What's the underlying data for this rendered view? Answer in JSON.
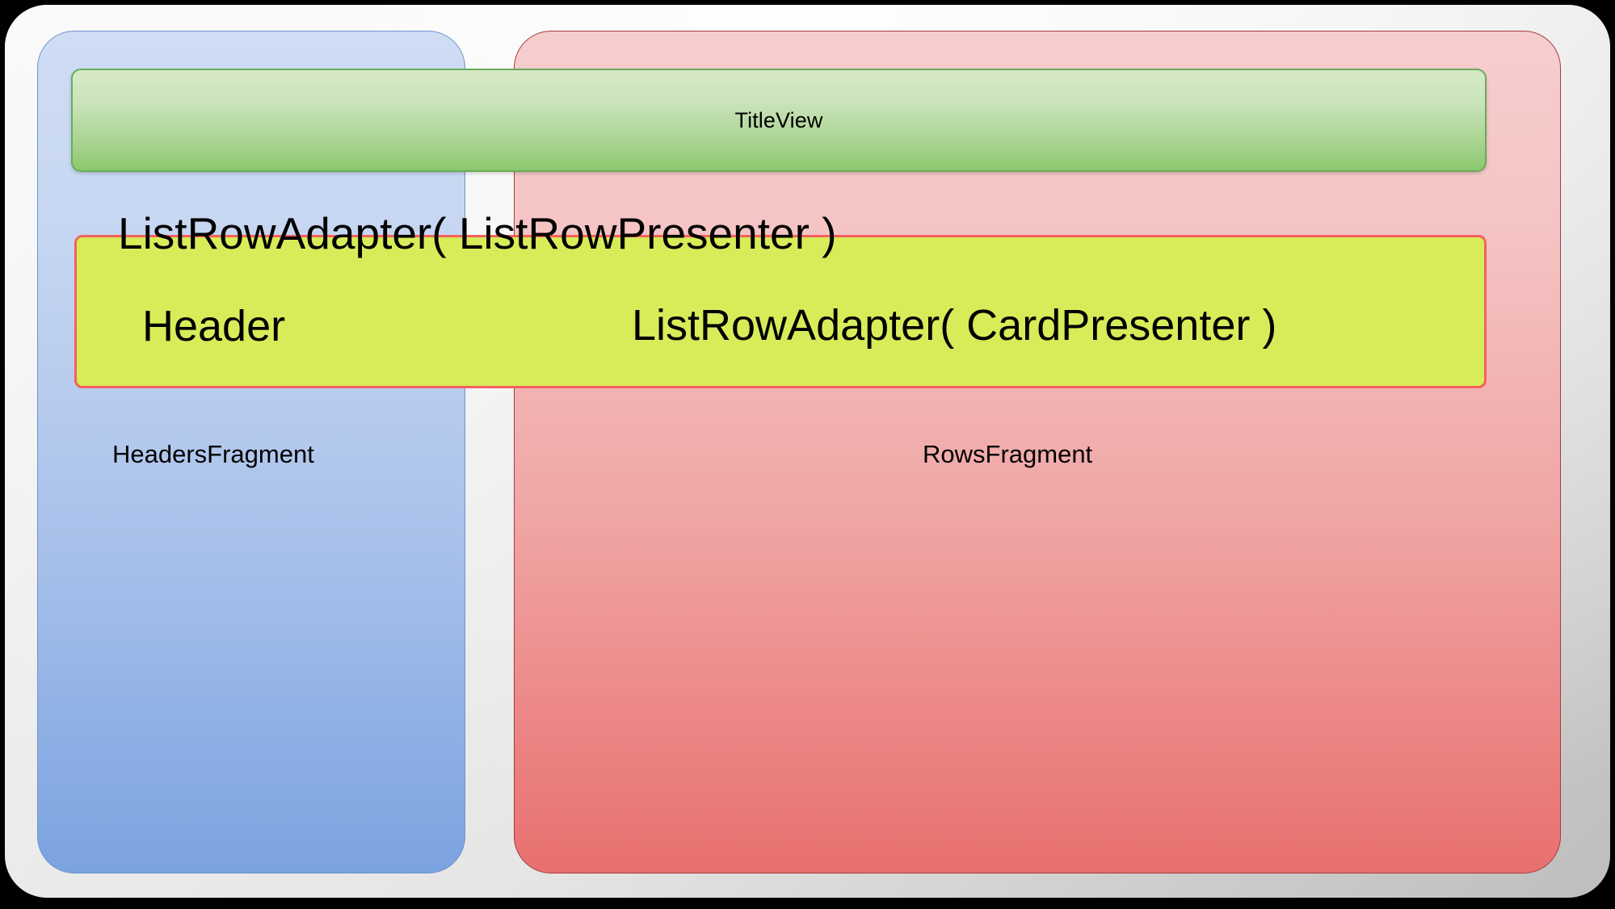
{
  "diagram": {
    "title_view": {
      "label": "TitleView",
      "fill_top": "#d6e9c8",
      "fill_bottom": "#8cc76e",
      "border_color": "#6aab5a"
    },
    "panels": [
      {
        "id": "headers-fragment",
        "label": "HeadersFragment",
        "fill_top": "#cfdcf4",
        "fill_bottom": "#7ba3e0",
        "border_color": "#6f94c9"
      },
      {
        "id": "rows-fragment",
        "label": "RowsFragment",
        "fill_top": "#f6cdcd",
        "fill_bottom": "#e8706e",
        "border_color": "#a83a3a"
      }
    ],
    "row_band": {
      "fill": "#d7ec58",
      "border_color": "#f4615e"
    },
    "labels": {
      "list_row_adapter_presenter": "ListRowAdapter( ListRowPresenter )",
      "header": "Header",
      "list_row_adapter_card": "ListRowAdapter( CardPresenter )"
    },
    "shell": {
      "fill_light": "#ffffff",
      "fill_dark": "#bdbdbd"
    }
  }
}
